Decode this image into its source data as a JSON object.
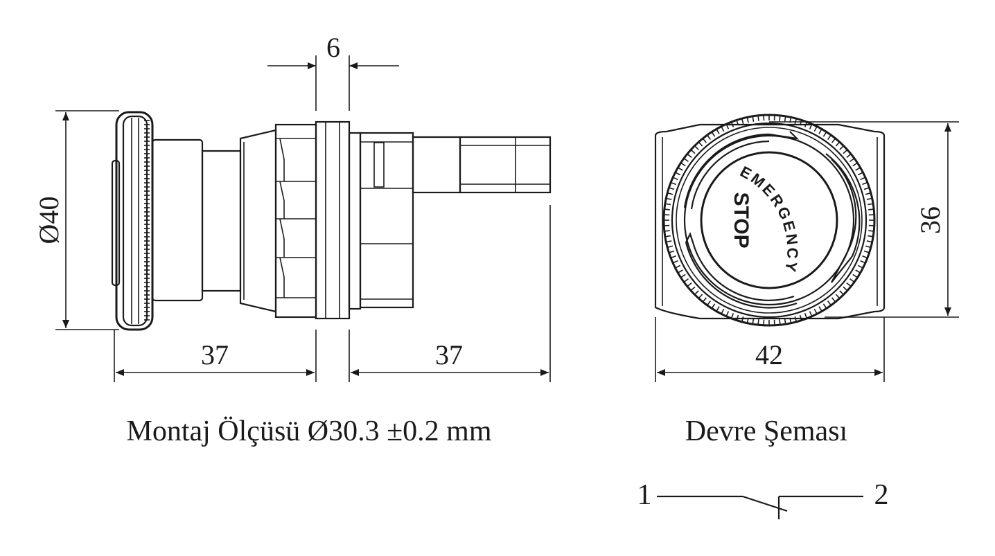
{
  "dimensions": {
    "side_diameter": "Ø40",
    "rear_width": "6",
    "left_length": "37",
    "right_length": "37",
    "front_height": "36",
    "front_width": "42"
  },
  "captions": {
    "mounting": "Montaj Ölçüsü Ø30.3 ±0.2 mm",
    "circuit": "Devre Şeması"
  },
  "button_face": {
    "arc_text": "EMERGENCY",
    "center_text": "STOP"
  },
  "circuit": {
    "terminal_1": "1",
    "terminal_2": "2"
  },
  "colors": {
    "line": "#1a1a1a",
    "background": "#ffffff"
  }
}
